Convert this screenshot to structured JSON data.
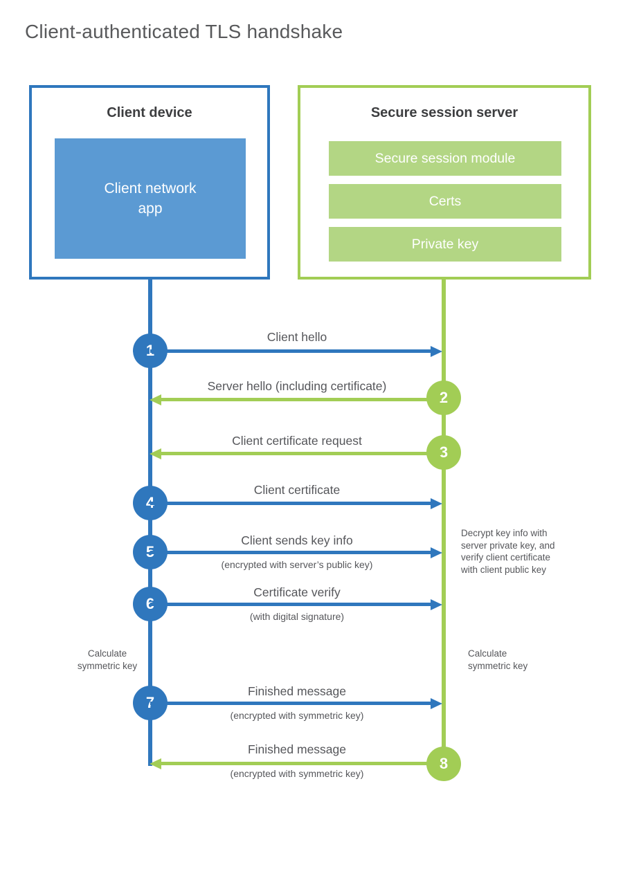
{
  "title": "Client-authenticated TLS handshake",
  "colors": {
    "client_blue": "#2f77bd",
    "client_blue_light": "#5b9ad3",
    "server_green": "#a2cd55",
    "server_green_light": "#b3d684",
    "label_text": "#55565a",
    "heading_text": "#3d3e40"
  },
  "client": {
    "title": "Client device",
    "app": [
      "Client network",
      "app"
    ]
  },
  "server": {
    "title": "Secure session server",
    "modules": [
      "Secure session module",
      "Certs",
      "Private key"
    ]
  },
  "steps": [
    {
      "num": "1",
      "label": "Client hello",
      "sublabel": "",
      "direction": "client-to-server"
    },
    {
      "num": "2",
      "label": "Server hello (including certificate)",
      "sublabel": "",
      "direction": "server-to-client"
    },
    {
      "num": "3",
      "label": "Client certificate request",
      "sublabel": "",
      "direction": "server-to-client"
    },
    {
      "num": "4",
      "label": "Client certificate",
      "sublabel": "",
      "direction": "client-to-server"
    },
    {
      "num": "5",
      "label": "Client sends key info",
      "sublabel": "(encrypted with server’s public key)",
      "direction": "client-to-server"
    },
    {
      "num": "6",
      "label": "Certificate verify",
      "sublabel": "(with digital signature)",
      "direction": "client-to-server"
    },
    {
      "num": "7",
      "label": "Finished message",
      "sublabel": "(encrypted with symmetric key)",
      "direction": "client-to-server"
    },
    {
      "num": "8",
      "label": "Finished message",
      "sublabel": "(encrypted with symmetric key)",
      "direction": "server-to-client"
    }
  ],
  "notes": {
    "decrypt": [
      "Decrypt key info with",
      "server private key, and",
      "verify client certificate",
      "with client public key"
    ],
    "calc_client": [
      "Calculate",
      "symmetric key"
    ],
    "calc_server": [
      "Calculate",
      "symmetric key"
    ]
  }
}
